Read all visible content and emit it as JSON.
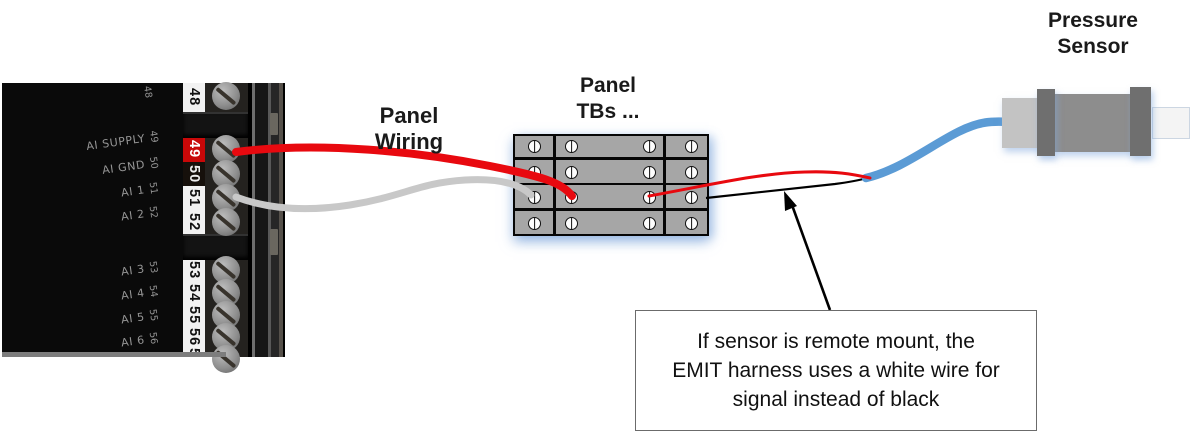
{
  "title_labels": {
    "panel_wiring": "Panel Wiring",
    "panel_tbs": [
      "Panel",
      "TBs ..."
    ],
    "pressure_sensor": [
      "Pressure",
      "Sensor"
    ]
  },
  "annotation": {
    "lines": [
      "If sensor is remote mount, the",
      "EMIT harness uses a white wire for",
      "signal instead of black"
    ]
  },
  "io_module": {
    "rows": [
      {
        "name": "",
        "num": "48"
      },
      {
        "name": "AI SUPPLY",
        "num": "49"
      },
      {
        "name": "AI GND",
        "num": "50"
      },
      {
        "name": "AI 1",
        "num": "51"
      },
      {
        "name": "AI 2",
        "num": "52"
      },
      {
        "name": "AI 3",
        "num": "53"
      },
      {
        "name": "AI 4",
        "num": "54"
      },
      {
        "name": "AI 5",
        "num": "55"
      },
      {
        "name": "AI 6",
        "num": "56"
      }
    ],
    "partial_bottom_num": "5"
  },
  "colors": {
    "red_wire": "#e8090f",
    "gray_wire": "#c8c8c8",
    "black_wire": "#000000",
    "blue_cable": "#5b9bd5",
    "terminal_49_highlight": "#c90808",
    "tb_fill": "#a6a6a6"
  }
}
